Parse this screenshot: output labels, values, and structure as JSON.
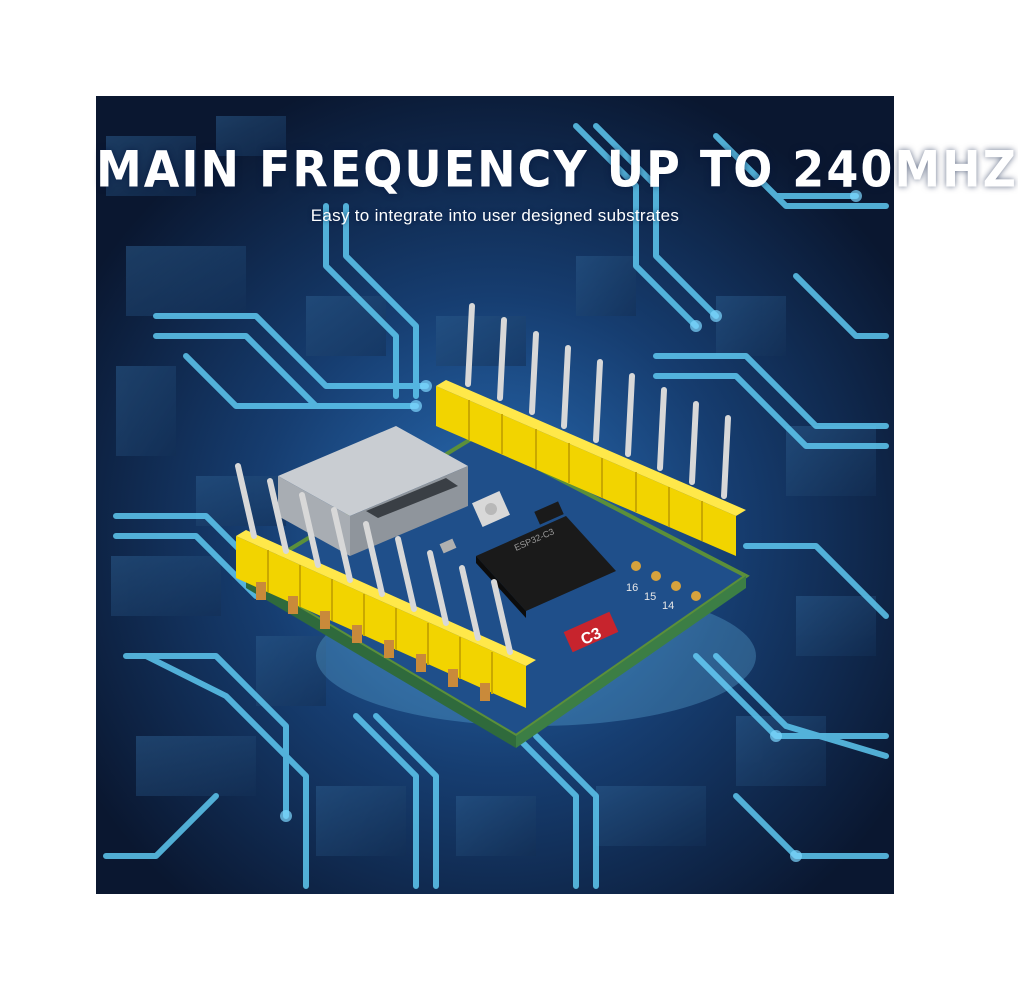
{
  "banner": {
    "headline": "MAIN FREQUENCY UP TO 240MHZ",
    "subline": "Easy to integrate into user designed substrates"
  },
  "board": {
    "chip_marking": "ESP32-C3",
    "silkscreen_label": "C3",
    "pin_numbers": [
      "16",
      "15",
      "14"
    ]
  },
  "colors": {
    "background": "#0c1e3c",
    "circuit_trace": "#5ec8f0",
    "pcb": "#1f4f8a",
    "header": "#f2d400",
    "pin": "#d8d8d8"
  }
}
